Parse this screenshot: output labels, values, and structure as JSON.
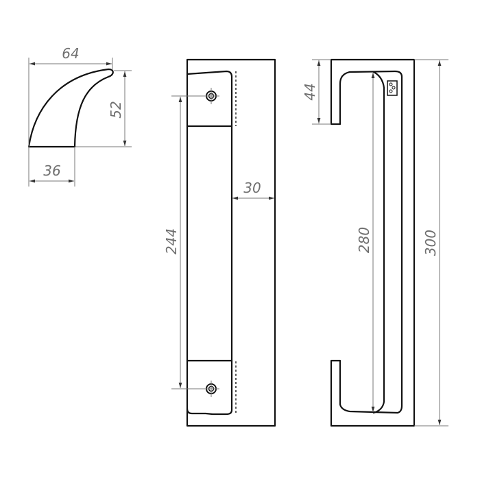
{
  "drawing": {
    "title": "Handle technical drawing",
    "units": "mm",
    "line_color": "#111111",
    "dimension_color": "#6f6f6f",
    "profile_view": {
      "dimensions": {
        "top_width": "64",
        "height": "52",
        "base_width": "36"
      }
    },
    "front_view": {
      "dimensions": {
        "hole_spacing": "244",
        "width": "30"
      },
      "mounting_holes": 2
    },
    "side_view": {
      "dimensions": {
        "tab_height": "44",
        "grip_length": "280",
        "total_length": "300"
      },
      "logo": "brand-logo"
    }
  }
}
